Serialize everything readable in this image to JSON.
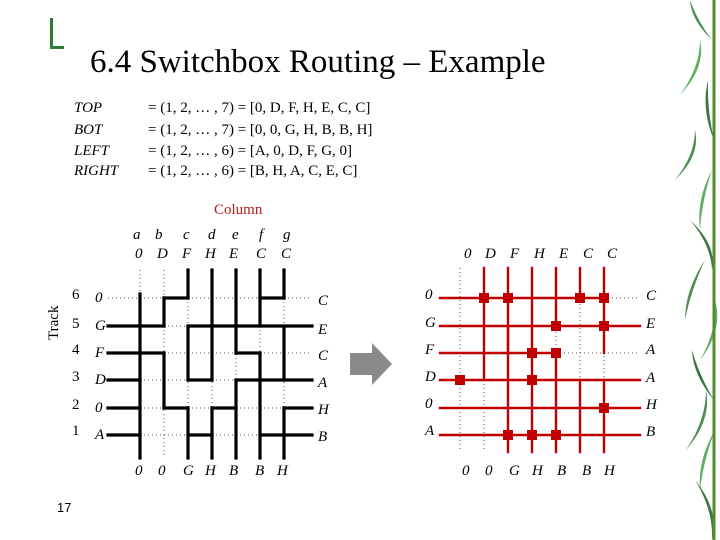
{
  "slide": {
    "title": "6.4 Switchbox Routing – Example",
    "page_number": "17"
  },
  "definitions": [
    {
      "name": "TOP",
      "value": "= (1, 2, … , 7) = [0, D, F, H, E, C, C]"
    },
    {
      "name": "BOT",
      "value": "= (1, 2, … , 7) = [0, 0, G, H, B, B, H]"
    },
    {
      "name": "LEFT",
      "value": "= (1, 2, … , 6) = [A, 0, D, F, G, 0]"
    },
    {
      "name": "RIGHT",
      "value": "= (1, 2, … , 6) = [B, H, A, C, E, C]"
    }
  ],
  "axes": {
    "column_title": "Column",
    "track_title": "Track",
    "column_letters": [
      "a",
      "b",
      "c",
      "d",
      "e",
      "f",
      "g"
    ],
    "track_numbers": [
      "6",
      "5",
      "4",
      "3",
      "2",
      "1"
    ]
  },
  "left_diagram": {
    "top_terminals": [
      "0",
      "D",
      "F",
      "H",
      "E",
      "C",
      "C"
    ],
    "bottom_terminals": [
      "0",
      "0",
      "G",
      "H",
      "B",
      "B",
      "H"
    ],
    "left_terminals": [
      "0",
      "G",
      "F",
      "D",
      "0",
      "A"
    ],
    "right_terminals": [
      "C",
      "E",
      "C",
      "A",
      "H",
      "B"
    ]
  },
  "right_diagram": {
    "top_terminals": [
      "0",
      "D",
      "F",
      "H",
      "E",
      "C",
      "C"
    ],
    "bottom_terminals": [
      "0",
      "0",
      "G",
      "H",
      "B",
      "B",
      "H"
    ],
    "left_terminals": [
      "0",
      "G",
      "F",
      "D",
      "0",
      "A"
    ],
    "right_terminals": [
      "C",
      "E",
      "A",
      "A",
      "H",
      "B"
    ]
  },
  "colors": {
    "wire_black": "#000000",
    "wire_red": "#c00000",
    "grid_dotted": "#555555",
    "arrow_gray": "#8a8a8a",
    "accent_green": "#2e7d32",
    "column_title_color": "#b71c1c"
  },
  "decorations": {
    "corner_icon": "bracket-corner-icon",
    "arrow_icon": "right-arrow-icon",
    "bamboo_icon": "bamboo-leaves-icon"
  }
}
